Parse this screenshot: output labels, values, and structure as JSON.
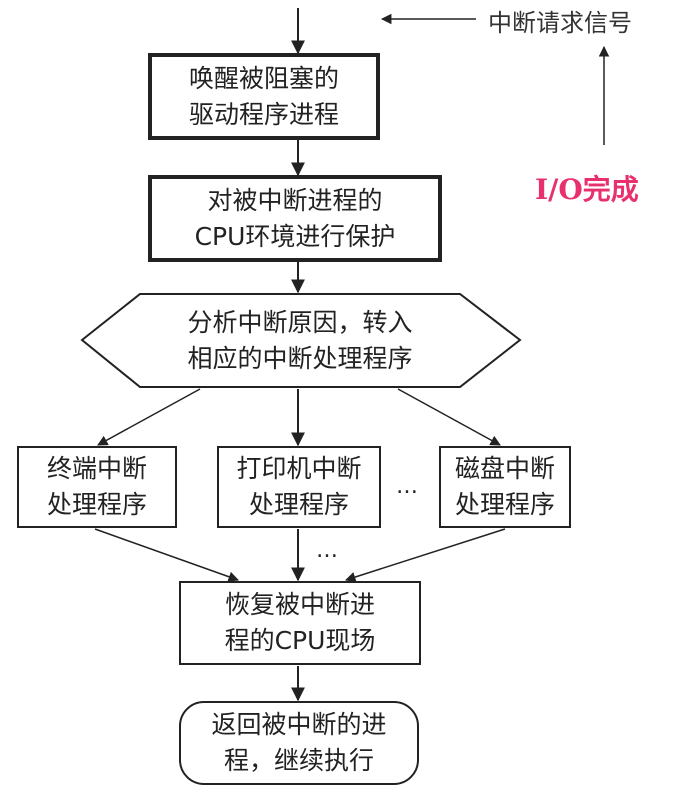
{
  "signal_label": "中断请求信号",
  "io_label": "I/O完成",
  "nodes": {
    "wake": [
      "唤醒被阻塞的",
      "驱动程序进程"
    ],
    "protect": [
      "对被中断进程的",
      "CPU环境进行保护"
    ],
    "analyze": [
      "分析中断原因，转入",
      "相应的中断处理程序"
    ],
    "terminal": [
      "终端中断",
      "处理程序"
    ],
    "printer": [
      "打印机中断",
      "处理程序"
    ],
    "disk": [
      "磁盘中断",
      "处理程序"
    ],
    "restore": [
      "恢复被中断进",
      "程的CPU现场"
    ],
    "return": [
      "返回被中断的进",
      "程，继续执行"
    ]
  },
  "ellipsis": "…",
  "colors": {
    "io_accent": "#e8306e",
    "stroke": "#222222"
  }
}
